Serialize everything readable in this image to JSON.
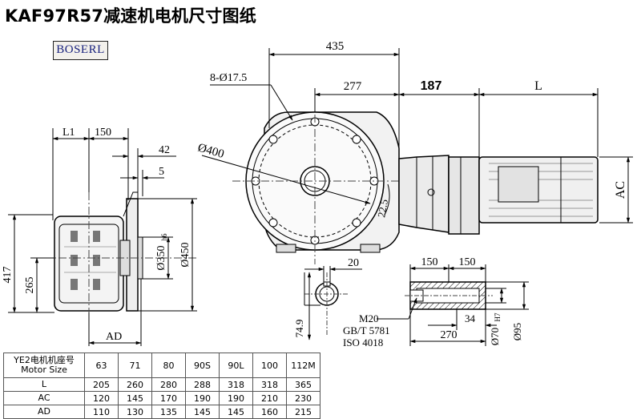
{
  "title": "KAF97R57减速机电机尺寸图纸",
  "brand": "BOSERL",
  "dims": {
    "d435": "435",
    "d277": "277",
    "d187": "187",
    "dL": "L",
    "holes": "8-Ø17.5",
    "d400": "Ø400",
    "d22_5": "22.5",
    "dAC": "AC",
    "dL1": "L1",
    "d150top": "150",
    "d42": "42",
    "d5": "5",
    "d417": "417",
    "d265": "265",
    "d350": "Ø350",
    "d350tol": "h6",
    "d450": "Ø450",
    "dAD": "AD",
    "d20": "20",
    "d74_9": "74.9",
    "d150a": "150",
    "d150b": "150",
    "m20": "M20",
    "gbt": "GB/T 5781",
    "iso": "ISO 4018",
    "d34": "34",
    "d270": "270",
    "d70": "Ø70",
    "d70tol": "H7",
    "d95": "Ø95"
  },
  "table": {
    "header_line1": "YE2电机机座号",
    "header_line2": "Motor Size",
    "sizes": [
      "63",
      "71",
      "80",
      "90S",
      "90L",
      "100",
      "112M"
    ],
    "rows": [
      {
        "label": "L",
        "values": [
          "205",
          "260",
          "280",
          "288",
          "318",
          "318",
          "365"
        ]
      },
      {
        "label": "AC",
        "values": [
          "120",
          "145",
          "170",
          "190",
          "190",
          "210",
          "230"
        ]
      },
      {
        "label": "AD",
        "values": [
          "110",
          "130",
          "135",
          "145",
          "145",
          "160",
          "215"
        ]
      }
    ]
  }
}
